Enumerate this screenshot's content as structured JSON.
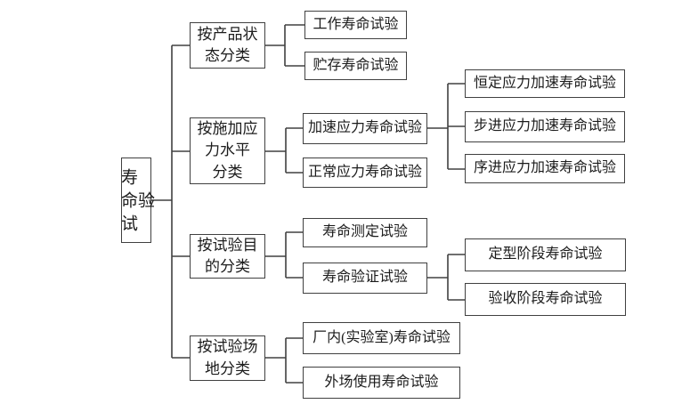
{
  "colors": {
    "background": "#ffffff",
    "line": "#404040",
    "border": "#404040",
    "text": "#1c1c1c"
  },
  "root": {
    "label": "寿命试验"
  },
  "branches": [
    {
      "label": "按产品状\n态分类",
      "children": [
        {
          "label": "工作寿命试验"
        },
        {
          "label": "贮存寿命试验"
        }
      ]
    },
    {
      "label": "按施加应\n力水平\n分类",
      "children": [
        {
          "label": "加速应力寿命试验",
          "children": [
            {
              "label": "恒定应力加速寿命试验"
            },
            {
              "label": "步进应力加速寿命试验"
            },
            {
              "label": "序进应力加速寿命试验"
            }
          ]
        },
        {
          "label": "正常应力寿命试验"
        }
      ]
    },
    {
      "label": "按试验目\n的分类",
      "children": [
        {
          "label": "寿命测定试验"
        },
        {
          "label": "寿命验证试验",
          "children": [
            {
              "label": "定型阶段寿命试验"
            },
            {
              "label": "验收阶段寿命试验"
            }
          ]
        }
      ]
    },
    {
      "label": "按试验场\n地分类",
      "children": [
        {
          "label": "厂内(实验室)寿命试验"
        },
        {
          "label": "外场使用寿命试验"
        }
      ]
    }
  ]
}
